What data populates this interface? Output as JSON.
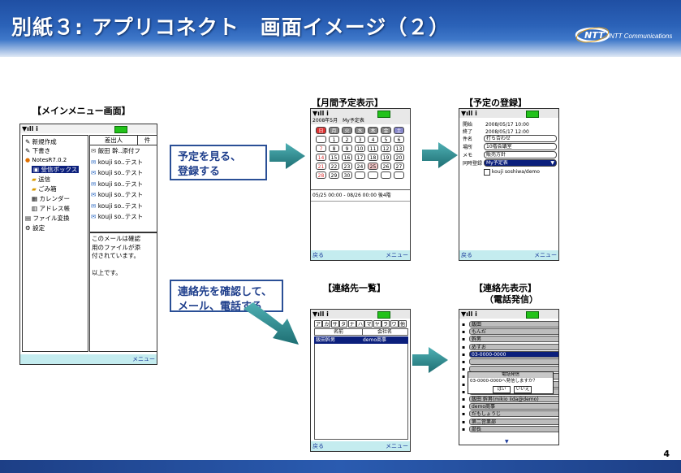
{
  "header": {
    "title": "別紙３: アプリコネクト　画面イメージ（２）",
    "logo_text": "NTT Communications",
    "page_number": "4"
  },
  "sections": {
    "main_menu": "【メインメニュー画面】",
    "monthly": "【月間予定表示】",
    "register": "【予定の登録】",
    "contacts_list": "【連絡先一覧】",
    "contact_view_line1": "【連絡先表示】",
    "contact_view_line2": "（電話発信）"
  },
  "callouts": {
    "schedule": [
      "予定を見る、",
      "登録する"
    ],
    "contacts": [
      "連絡先を確認して、",
      "メール、電話する"
    ]
  },
  "main_menu": {
    "menu_items": [
      "新規作成",
      "下書き",
      "NotesR7.0.2",
      "受信ボックス",
      "送信",
      "ごみ箱",
      "カレンダー",
      "アドレス帳",
      "ファイル変換",
      "設定"
    ],
    "inbox_tabs": [
      "差出人",
      "件"
    ],
    "inbox_rows": [
      {
        "from": "飯田 幹..",
        "subject": "添付フ"
      },
      {
        "from": "kouji so..",
        "subject": "テスト"
      },
      {
        "from": "kouji so..",
        "subject": "テスト"
      },
      {
        "from": "kouji so..",
        "subject": "テスト"
      },
      {
        "from": "kouji so..",
        "subject": "テスト"
      },
      {
        "from": "kouji so..",
        "subject": "テスト"
      },
      {
        "from": "kouji so..",
        "subject": "テスト"
      }
    ],
    "preview_lines": [
      "このメールは確認",
      "用のファイルが添",
      "付されています。",
      "",
      "以上です。"
    ],
    "softkey_right": "メニュー"
  },
  "monthly": {
    "header": "2008年5月　My予定表",
    "weekdays": [
      "日",
      "月",
      "火",
      "水",
      "木",
      "金",
      "土"
    ],
    "days": [
      "",
      "1",
      "2",
      "3",
      "4",
      "5",
      "6",
      "7",
      "8",
      "9",
      "10",
      "11",
      "12",
      "13",
      "14",
      "15",
      "16",
      "17",
      "18",
      "19",
      "20",
      "21",
      "22",
      "23",
      "24",
      "25",
      "26",
      "27",
      "28",
      "29",
      "30",
      "",
      "",
      "",
      ""
    ],
    "event_line": "05/25 00:00 - 08/26 00:00 後4階",
    "softkey_left": "戻る",
    "softkey_right": "メニュー"
  },
  "register": {
    "rows": [
      {
        "label": "開始",
        "value": "2008/05/17 10:00"
      },
      {
        "label": "終了",
        "value": "2008/05/17 12:00"
      },
      {
        "label": "件名",
        "value": "打ち合わせ"
      },
      {
        "label": "場所",
        "value": "10階会議室"
      },
      {
        "label": "メモ",
        "value": "販売方針"
      },
      {
        "label": "同時登録",
        "value": "My予定表"
      }
    ],
    "checkbox_label": "kouji soshiwa/demo",
    "softkey_left": "戻る",
    "softkey_right": "メニュー"
  },
  "contacts_list": {
    "kana_tabs": [
      "ア",
      "カ",
      "サ",
      "タ",
      "ナ",
      "ハ",
      "マ",
      "ヤ",
      "ラ",
      "ワ",
      "他"
    ],
    "columns": [
      "名前",
      "会社名"
    ],
    "rows": [
      {
        "name": "飯田幹男",
        "company": "demo商事"
      }
    ],
    "softkey_left": "戻る",
    "softkey_right": "メニュー"
  },
  "contact_view": {
    "rows": [
      "飯田",
      "もんだ",
      "幹男",
      "めすお",
      "03-0000-0000",
      "",
      "",
      "",
      "",
      "",
      "飯田 幹男(mikio iida@demo)",
      "demo商事",
      "だもしょうじ",
      "第二営業部",
      "部長"
    ],
    "dialog_title": "電話発信",
    "dialog_text": "03-0000-0000へ発信しますか？",
    "dialog_yes": "はい",
    "dialog_no": "いいえ"
  },
  "colors": {
    "title_bar": "#2b62b8",
    "callout_text": "#1f3f8c",
    "arrow_teal": "#2a8a8e",
    "selection": "#0b1f7c",
    "softkey_bg": "#c4ecef",
    "battery": "#22c21a"
  }
}
